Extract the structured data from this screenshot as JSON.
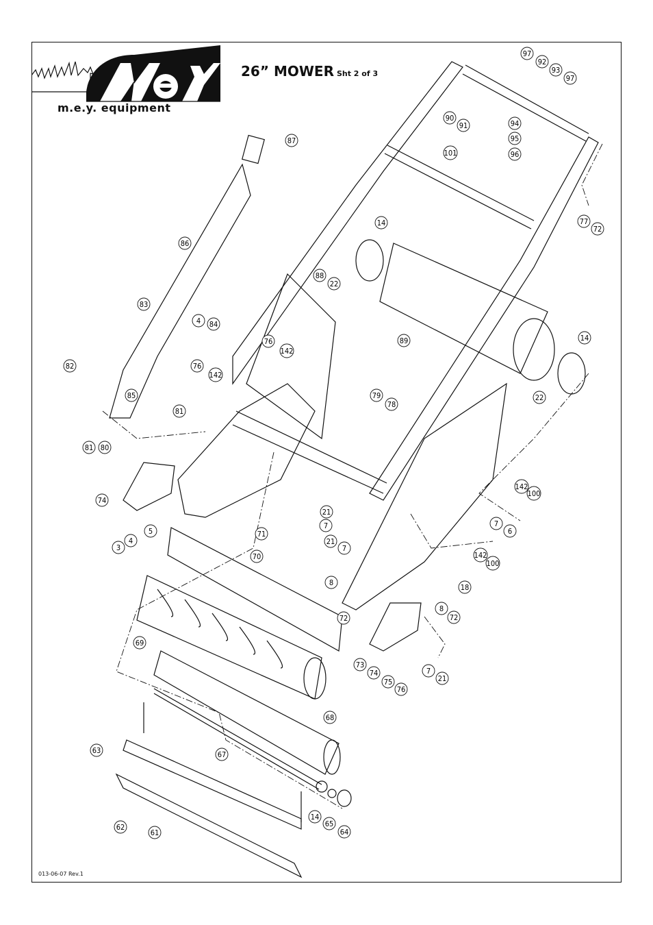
{
  "header": {
    "brand": "m.e.y. equipment",
    "title": "26” MOWER",
    "sheet": "Sht 2 of 3"
  },
  "footer": {
    "doc_ref": "013-06-07 Rev.1"
  },
  "logo_text": "Mey",
  "callouts": [
    {
      "id": "97a",
      "label": "97"
    },
    {
      "id": "92",
      "label": "92"
    },
    {
      "id": "93",
      "label": "93"
    },
    {
      "id": "97b",
      "label": "97"
    },
    {
      "id": "90",
      "label": "90"
    },
    {
      "id": "91",
      "label": "91"
    },
    {
      "id": "94",
      "label": "94"
    },
    {
      "id": "95",
      "label": "95"
    },
    {
      "id": "96",
      "label": "96"
    },
    {
      "id": "87",
      "label": "87"
    },
    {
      "id": "101",
      "label": "101"
    },
    {
      "id": "77",
      "label": "77"
    },
    {
      "id": "72a",
      "label": "72"
    },
    {
      "id": "14a",
      "label": "14"
    },
    {
      "id": "86",
      "label": "86"
    },
    {
      "id": "88",
      "label": "88"
    },
    {
      "id": "22a",
      "label": "22"
    },
    {
      "id": "83",
      "label": "83"
    },
    {
      "id": "4a",
      "label": "4"
    },
    {
      "id": "84",
      "label": "84"
    },
    {
      "id": "76a",
      "label": "76"
    },
    {
      "id": "142a",
      "label": "142"
    },
    {
      "id": "89",
      "label": "89"
    },
    {
      "id": "14b",
      "label": "14"
    },
    {
      "id": "82",
      "label": "82"
    },
    {
      "id": "76b",
      "label": "76"
    },
    {
      "id": "142b",
      "label": "142"
    },
    {
      "id": "85",
      "label": "85"
    },
    {
      "id": "22b",
      "label": "22"
    },
    {
      "id": "79",
      "label": "79"
    },
    {
      "id": "78",
      "label": "78"
    },
    {
      "id": "81a",
      "label": "81"
    },
    {
      "id": "81b",
      "label": "81"
    },
    {
      "id": "80",
      "label": "80"
    },
    {
      "id": "74a",
      "label": "74"
    },
    {
      "id": "142c",
      "label": "142"
    },
    {
      "id": "100a",
      "label": "100"
    },
    {
      "id": "21a",
      "label": "21"
    },
    {
      "id": "7a",
      "label": "7"
    },
    {
      "id": "7b",
      "label": "7"
    },
    {
      "id": "6",
      "label": "6"
    },
    {
      "id": "5",
      "label": "5"
    },
    {
      "id": "4b",
      "label": "4"
    },
    {
      "id": "71",
      "label": "71"
    },
    {
      "id": "3",
      "label": "3"
    },
    {
      "id": "21b",
      "label": "21"
    },
    {
      "id": "7c",
      "label": "7"
    },
    {
      "id": "142d",
      "label": "142"
    },
    {
      "id": "100b",
      "label": "100"
    },
    {
      "id": "70",
      "label": "70"
    },
    {
      "id": "8a",
      "label": "8"
    },
    {
      "id": "18",
      "label": "18"
    },
    {
      "id": "72b",
      "label": "72"
    },
    {
      "id": "8b",
      "label": "8"
    },
    {
      "id": "72c",
      "label": "72"
    },
    {
      "id": "69",
      "label": "69"
    },
    {
      "id": "73",
      "label": "73"
    },
    {
      "id": "74b",
      "label": "74"
    },
    {
      "id": "75",
      "label": "75"
    },
    {
      "id": "76c",
      "label": "76"
    },
    {
      "id": "7d",
      "label": "7"
    },
    {
      "id": "21c",
      "label": "21"
    },
    {
      "id": "68",
      "label": "68"
    },
    {
      "id": "63",
      "label": "63"
    },
    {
      "id": "67",
      "label": "67"
    },
    {
      "id": "14c",
      "label": "14"
    },
    {
      "id": "65",
      "label": "65"
    },
    {
      "id": "64",
      "label": "64"
    },
    {
      "id": "62",
      "label": "62"
    },
    {
      "id": "61",
      "label": "61"
    }
  ]
}
